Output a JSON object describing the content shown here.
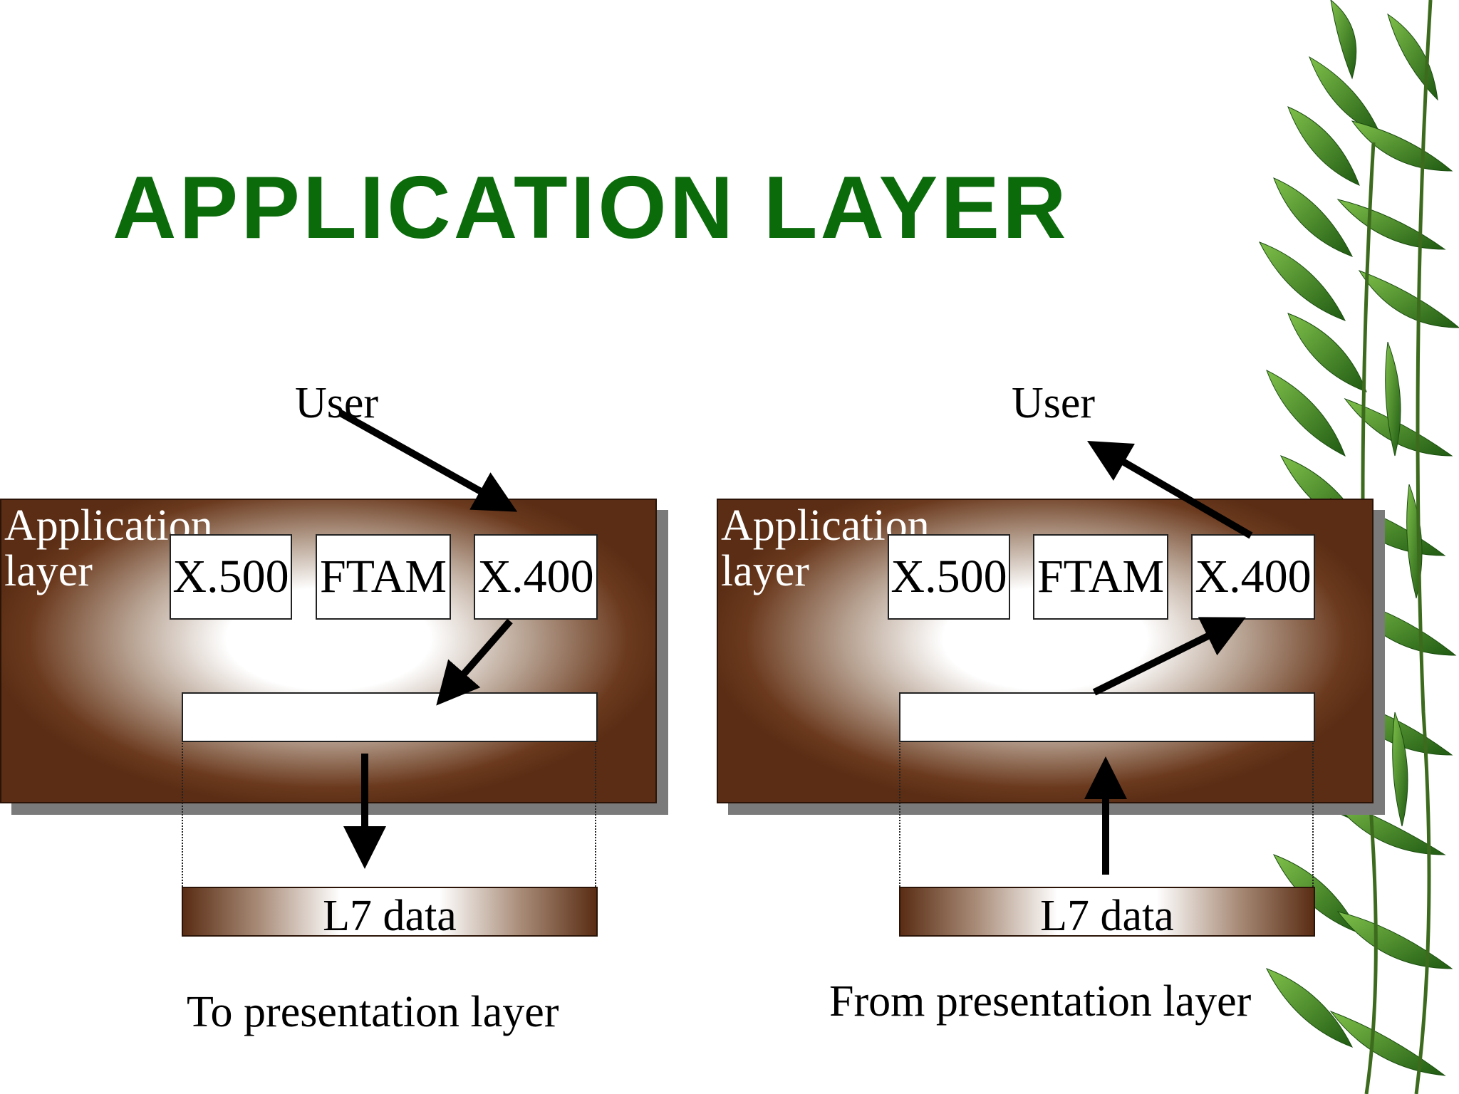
{
  "title": "APPLICATION LAYER",
  "left_diagram": {
    "user_label": "User",
    "layer_label_line1": "Application",
    "layer_label_line2": "layer",
    "protocols": [
      "X.500",
      "FTAM",
      "X.400"
    ],
    "data_label": "L7 data",
    "caption": "To presentation layer"
  },
  "right_diagram": {
    "user_label": "User",
    "layer_label_line1": "Application",
    "layer_label_line2": "layer",
    "protocols": [
      "X.500",
      "FTAM",
      "X.400"
    ],
    "data_label": "L7 data",
    "caption": "From presentation layer"
  },
  "colors": {
    "title": "#0b6b0b",
    "panel_dark": "#5a2d14",
    "shadow": "#7a7a7a",
    "bamboo_green": "#2f7a1f"
  },
  "decorations": [
    "bamboo-leaves"
  ]
}
